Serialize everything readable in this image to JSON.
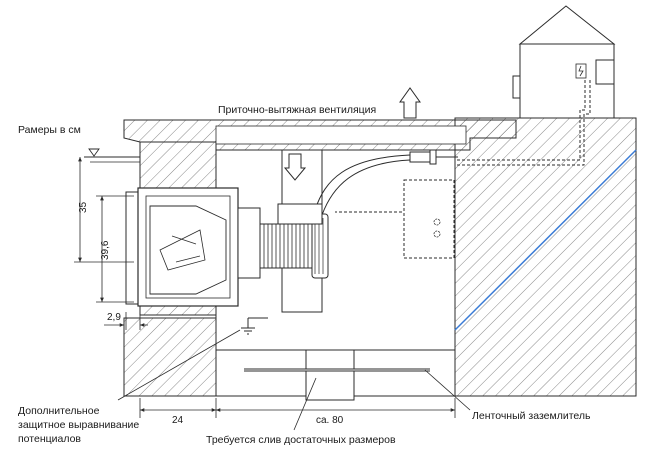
{
  "diagram": {
    "units_note": "Рамеры в см",
    "ventilation_label": "Приточно-вытяжная вентиляция",
    "dim_35": "35",
    "dim_39_6": "39,6",
    "dim_2_9": "2,9",
    "dim_24": "24",
    "dim_80": "ca. 80",
    "label_potential_line1": "Дополнительное",
    "label_potential_line2": "защитное выравнивание",
    "label_potential_line3": "потенциалов",
    "label_drain": "Требуется слив достаточных размеров",
    "label_earth": "Ленточный заземлитель",
    "colors": {
      "line": "#2b2b2b",
      "hatch": "#6b6b6b",
      "blue_line": "#3a7bd5",
      "fill": "#ffffff"
    }
  }
}
